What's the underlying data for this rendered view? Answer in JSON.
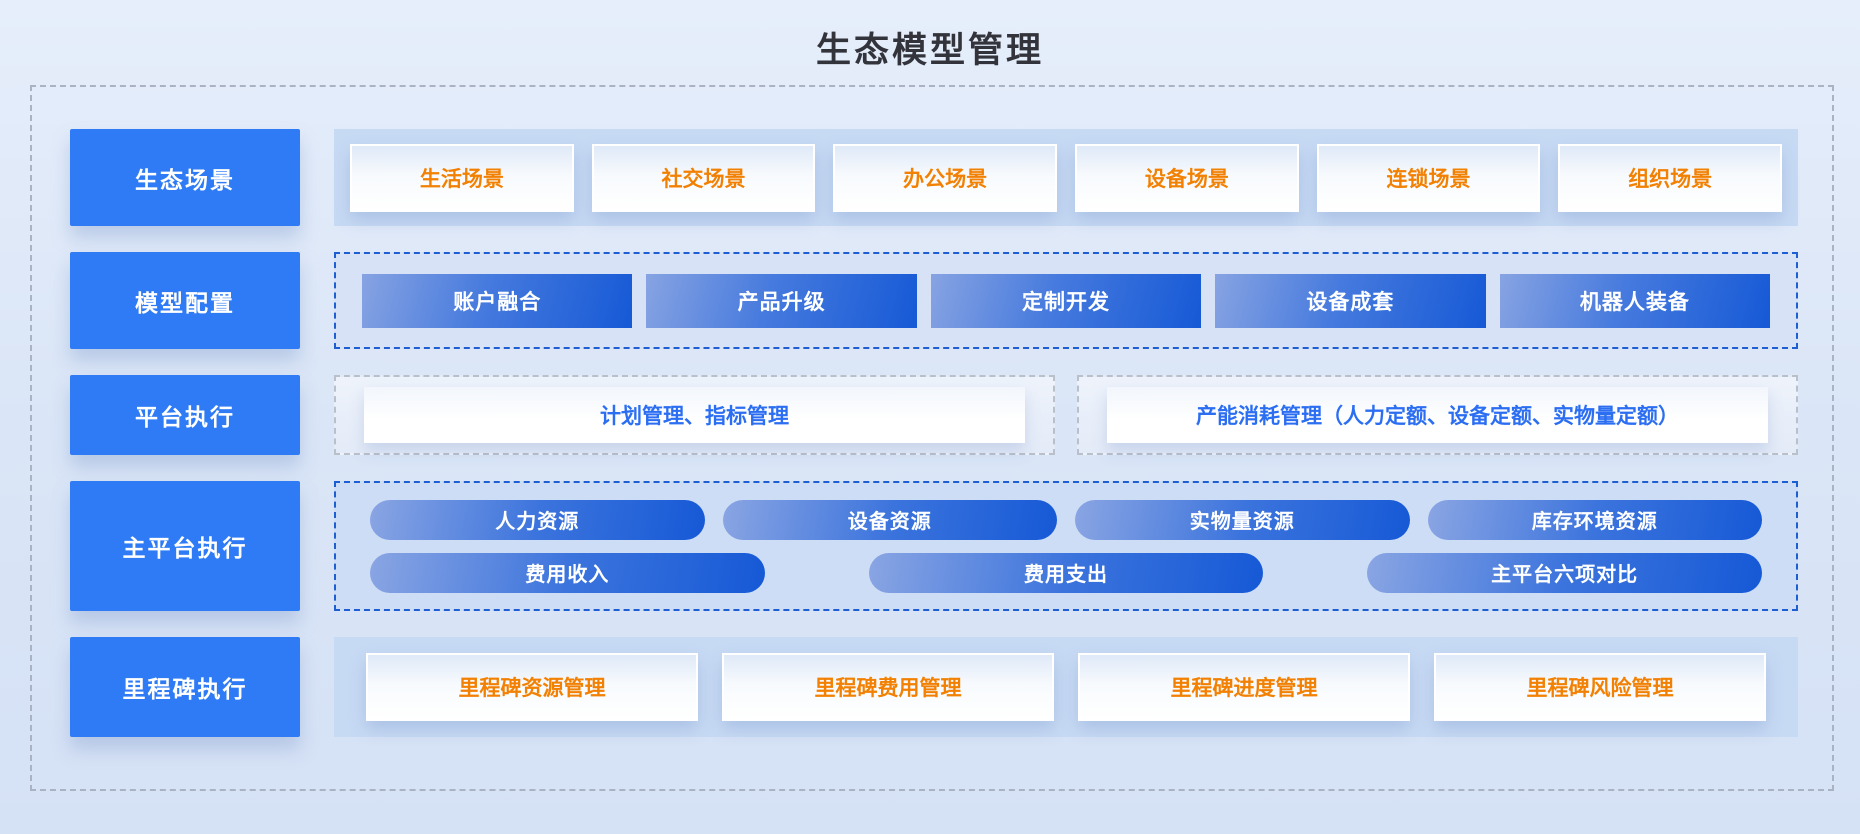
{
  "title": "生态模型管理",
  "colors": {
    "label_blue": "#2e7bf5",
    "accent_orange": "#f28103",
    "accent_blue_text": "#2b6ef2",
    "dashed_blue_border": "#1d5ed2",
    "gradient_box_start": "#87a3e2",
    "gradient_box_end": "#1659d6",
    "strip_background": "#c7daf4",
    "page_background": "#dbe6f7"
  },
  "rows": [
    {
      "label": "生态场景",
      "items": [
        "生活场景",
        "社交场景",
        "办公场景",
        "设备场景",
        "连锁场景",
        "组织场景"
      ]
    },
    {
      "label": "模型配置",
      "items": [
        "账户融合",
        "产品升级",
        "定制开发",
        "设备成套",
        "机器人装备"
      ]
    },
    {
      "label": "平台执行",
      "items": [
        "计划管理、指标管理",
        "产能消耗管理（人力定额、设备定额、实物量定额）"
      ]
    },
    {
      "label": "主平台执行",
      "pill_rows": [
        [
          "人力资源",
          "设备资源",
          "实物量资源",
          "库存环境资源"
        ],
        [
          "费用收入",
          "费用支出",
          "主平台六项对比"
        ]
      ]
    },
    {
      "label": "里程碑执行",
      "items": [
        "里程碑资源管理",
        "里程碑费用管理",
        "里程碑进度管理",
        "里程碑风险管理"
      ]
    }
  ]
}
